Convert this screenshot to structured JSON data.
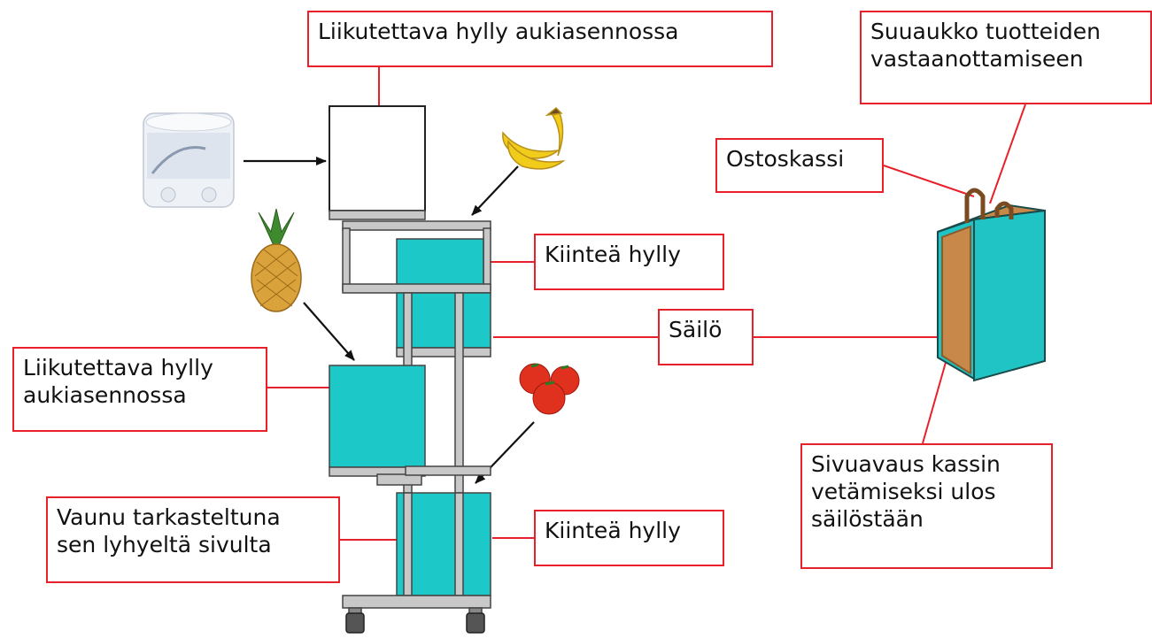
{
  "labels": {
    "shelf_top": "Liikutettava hylly aukiasennossa",
    "bag_opening": "Suuaukko tuotteiden\nvastaanottamiseen",
    "shopping_bag": "Ostoskassi",
    "fixed_shelf_upper": "Kiinteä hylly",
    "container": "Säilö",
    "shelf_left": "Liikutettava hylly\naukiasennossa",
    "side_opening": "Sivuavaus kassin\nvetämiseksi ulos\nsäilöstään",
    "cart_view": "Vaunu tarkasteltuna\nsen lyhyeltä sivulta",
    "fixed_shelf_lower": "Kiinteä hylly"
  },
  "items": [
    "paper-towel-roll",
    "banana",
    "pineapple",
    "tomato"
  ],
  "colors": {
    "label_border": "#e8202a",
    "leader_line": "#e8202a",
    "container_fill": "#1cc8c8",
    "frame_fill": "#c8c8c8",
    "bag_front": "#20c4c4",
    "bag_inner": "#c8884a",
    "arrow": "#111111"
  }
}
